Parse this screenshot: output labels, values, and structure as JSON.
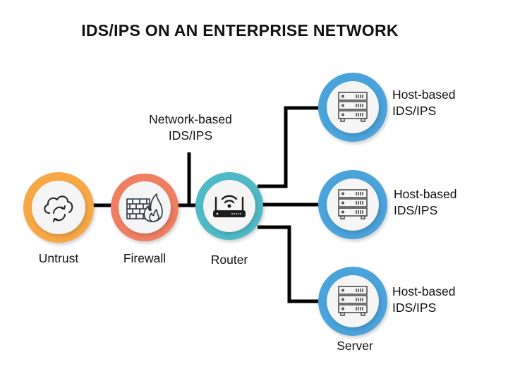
{
  "title": "IDS/IPS ON AN ENTERPRISE NETWORK",
  "colors": {
    "untrust": "#F7A845",
    "firewall": "#F07F62",
    "router": "#4FBAC6",
    "server": "#4AA3DB",
    "wire": "#000000",
    "inner": "#F5F5F5"
  },
  "nodes": {
    "untrust": {
      "label": "Untrust",
      "icon": "cloud-sync-icon"
    },
    "firewall": {
      "label": "Firewall",
      "icon": "firewall-icon"
    },
    "router": {
      "label": "Router",
      "icon": "wifi-router-icon"
    },
    "servers": [
      {
        "icon": "server-rack-icon",
        "annotation_line1": "Host-based",
        "annotation_line2": "IDS/IPS"
      },
      {
        "icon": "server-rack-icon",
        "annotation_line1": "Host-based",
        "annotation_line2": "IDS/IPS"
      },
      {
        "icon": "server-rack-icon",
        "annotation_line1": "Host-based",
        "annotation_line2": "IDS/IPS",
        "label": "Server"
      }
    ]
  },
  "network_ids": {
    "line1": "Network-based",
    "line2": "IDS/IPS"
  },
  "edges": [
    {
      "from": "Untrust",
      "to": "Firewall"
    },
    {
      "from": "Firewall",
      "to": "Router"
    },
    {
      "from": "Network-based IDS/IPS",
      "to": "Firewall-Router link"
    },
    {
      "from": "Router",
      "to": "Server 1"
    },
    {
      "from": "Router",
      "to": "Server 2"
    },
    {
      "from": "Router",
      "to": "Server 3"
    }
  ]
}
